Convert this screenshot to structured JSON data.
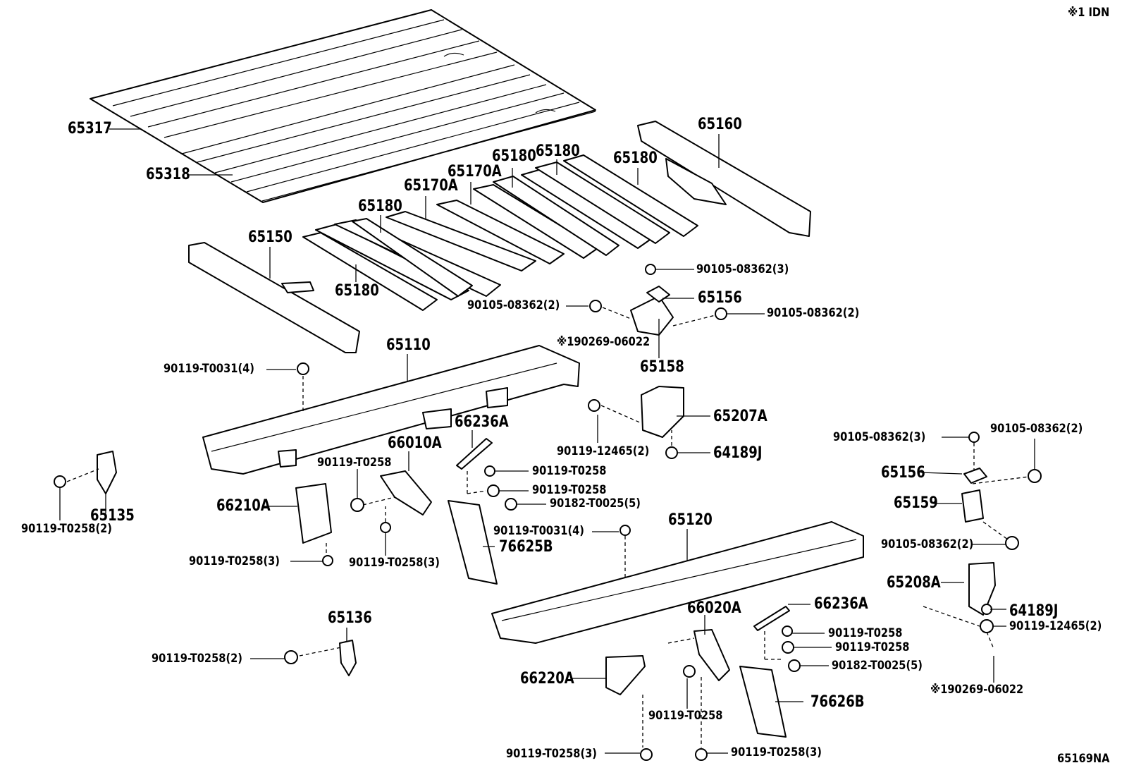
{
  "header": {
    "note": "※1 IDN"
  },
  "footer": {
    "figure_code": "65169NA"
  },
  "labels": [
    {
      "id": "65317",
      "text": "65317"
    },
    {
      "id": "65318",
      "text": "65318"
    },
    {
      "id": "65160",
      "text": "65160"
    },
    {
      "id": "65180a",
      "text": "65180"
    },
    {
      "id": "65180b",
      "text": "65180"
    },
    {
      "id": "65180c",
      "text": "65180"
    },
    {
      "id": "65170Aa",
      "text": "65170A"
    },
    {
      "id": "65170Ab",
      "text": "65170A"
    },
    {
      "id": "65180d",
      "text": "65180"
    },
    {
      "id": "65150",
      "text": "65150"
    },
    {
      "id": "65180e",
      "text": "65180"
    },
    {
      "id": "b1",
      "text": "90105-08362(3)"
    },
    {
      "id": "65156a",
      "text": "65156"
    },
    {
      "id": "b2",
      "text": "90105-08362(2)"
    },
    {
      "id": "b3",
      "text": "90105-08362(2)"
    },
    {
      "id": "s1",
      "text": "※190269-06022"
    },
    {
      "id": "65158",
      "text": "65158"
    },
    {
      "id": "65110",
      "text": "65110"
    },
    {
      "id": "b4",
      "text": "90119-T0031(4)"
    },
    {
      "id": "65207A",
      "text": "65207A"
    },
    {
      "id": "66236Aa",
      "text": "66236A"
    },
    {
      "id": "66010A",
      "text": "66010A"
    },
    {
      "id": "b5",
      "text": "90119-T0258"
    },
    {
      "id": "b6",
      "text": "90119-T0258"
    },
    {
      "id": "b7",
      "text": "90119-12465(2)"
    },
    {
      "id": "64189Ja",
      "text": "64189J"
    },
    {
      "id": "b8",
      "text": "90119-T0258"
    },
    {
      "id": "b9",
      "text": "90182-T0025(5)"
    },
    {
      "id": "b10",
      "text": "90105-08362(3)"
    },
    {
      "id": "b11",
      "text": "90105-08362(2)"
    },
    {
      "id": "65156b",
      "text": "65156"
    },
    {
      "id": "65159",
      "text": "65159"
    },
    {
      "id": "b12",
      "text": "90105-08362(2)"
    },
    {
      "id": "65135",
      "text": "65135"
    },
    {
      "id": "b13",
      "text": "90119-T0258(2)"
    },
    {
      "id": "66210A",
      "text": "66210A"
    },
    {
      "id": "b14",
      "text": "90119-T0031(4)"
    },
    {
      "id": "76625B",
      "text": "76625B"
    },
    {
      "id": "65120",
      "text": "65120"
    },
    {
      "id": "b15",
      "text": "90119-T0258(3)"
    },
    {
      "id": "b16",
      "text": "90119-T0258(3)"
    },
    {
      "id": "65208A",
      "text": "65208A"
    },
    {
      "id": "66236Ab",
      "text": "66236A"
    },
    {
      "id": "66020A",
      "text": "66020A"
    },
    {
      "id": "64189Jb",
      "text": "64189J"
    },
    {
      "id": "b17",
      "text": "90119-12465(2)"
    },
    {
      "id": "b18",
      "text": "90119-T0258"
    },
    {
      "id": "b19",
      "text": "90119-T0258"
    },
    {
      "id": "65136",
      "text": "65136"
    },
    {
      "id": "b20",
      "text": "90119-T0258(2)"
    },
    {
      "id": "b21",
      "text": "90182-T0025(5)"
    },
    {
      "id": "s2",
      "text": "※190269-06022"
    },
    {
      "id": "66220A",
      "text": "66220A"
    },
    {
      "id": "76626B",
      "text": "76626B"
    },
    {
      "id": "b22",
      "text": "90119-T0258"
    },
    {
      "id": "b23",
      "text": "90119-T0258(3)"
    },
    {
      "id": "b24",
      "text": "90119-T0258(3)"
    }
  ]
}
